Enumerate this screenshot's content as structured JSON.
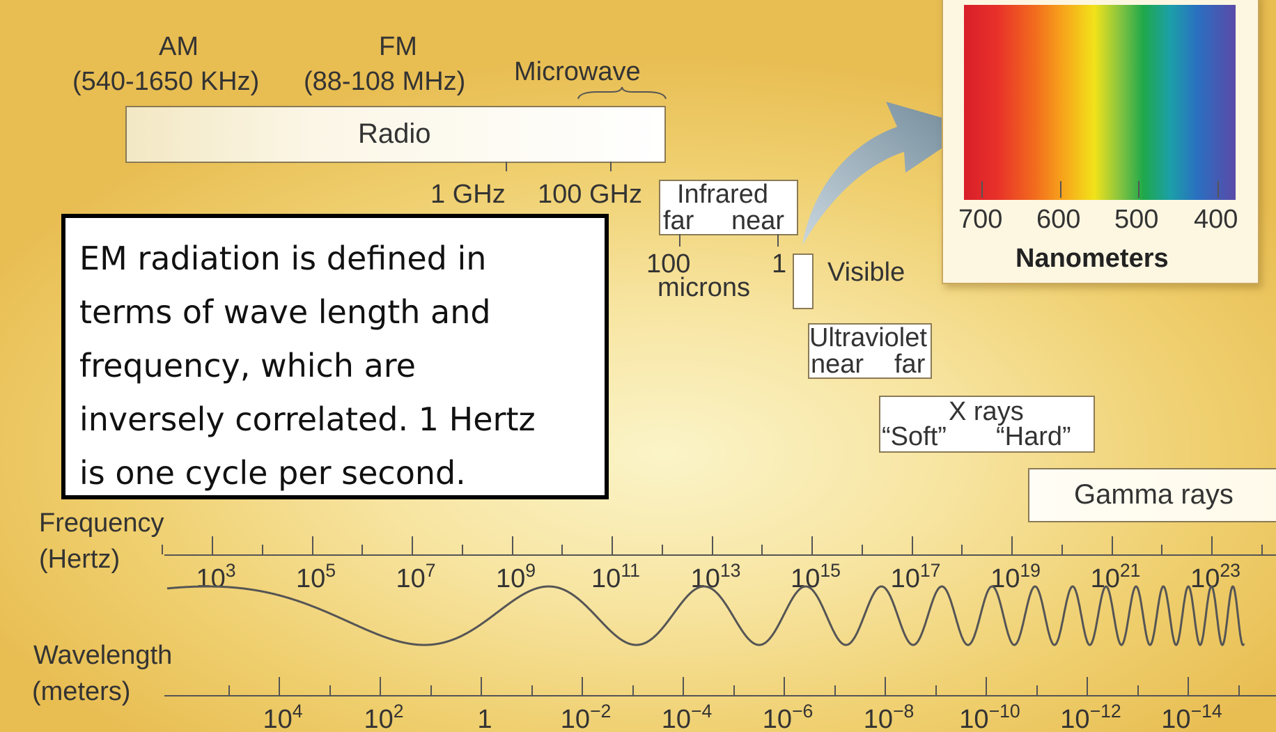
{
  "labels": {
    "am_title": "AM",
    "am_range": "(540-1650 KHz)",
    "fm_title": "FM",
    "fm_range": "(88-108 MHz)",
    "microwave": "Microwave",
    "radio": "Radio",
    "ghz1": "1 GHz",
    "ghz100": "100 GHz",
    "infrared": "Infrared",
    "ir_far": "far",
    "ir_near": "near",
    "ir_100": "100",
    "ir_microns": "microns",
    "ir_1": "1",
    "visible": "Visible",
    "ultraviolet": "Ultraviolet",
    "uv_near": "near",
    "uv_far": "far",
    "xrays": "X rays",
    "soft": "“Soft”",
    "hard": "“Hard”",
    "gamma": "Gamma rays",
    "nanometers": "Nanometers",
    "frequency": "Frequency",
    "hertz": "(Hertz)",
    "wavelength": "Wavelength",
    "meters": "(meters)"
  },
  "nm_ticks": [
    "700",
    "600",
    "500",
    "400"
  ],
  "frequency_ticks": [
    {
      "base": "10",
      "exp": "3"
    },
    {
      "base": "10",
      "exp": "5"
    },
    {
      "base": "10",
      "exp": "7"
    },
    {
      "base": "10",
      "exp": "9"
    },
    {
      "base": "10",
      "exp": "11"
    },
    {
      "base": "10",
      "exp": "13"
    },
    {
      "base": "10",
      "exp": "15"
    },
    {
      "base": "10",
      "exp": "17"
    },
    {
      "base": "10",
      "exp": "19"
    },
    {
      "base": "10",
      "exp": "21"
    },
    {
      "base": "10",
      "exp": "23"
    }
  ],
  "wavelength_ticks": [
    {
      "base": "10",
      "exp": "4"
    },
    {
      "base": "10",
      "exp": "2"
    },
    {
      "base": "1",
      "exp": ""
    },
    {
      "base": "10",
      "exp": "−2"
    },
    {
      "base": "10",
      "exp": "−4"
    },
    {
      "base": "10",
      "exp": "−6"
    },
    {
      "base": "10",
      "exp": "−8"
    },
    {
      "base": "10",
      "exp": "−10"
    },
    {
      "base": "10",
      "exp": "−12"
    },
    {
      "base": "10",
      "exp": "−14"
    }
  ],
  "callout": {
    "lines": [
      "EM radiation is defined in",
      "terms of wave length and",
      "frequency, which are",
      "inversely correlated. 1 Hertz",
      "is one cycle per second."
    ]
  },
  "colors": {
    "background": "#f3d98a",
    "callout_border": "#000000",
    "wave": "#555555"
  }
}
